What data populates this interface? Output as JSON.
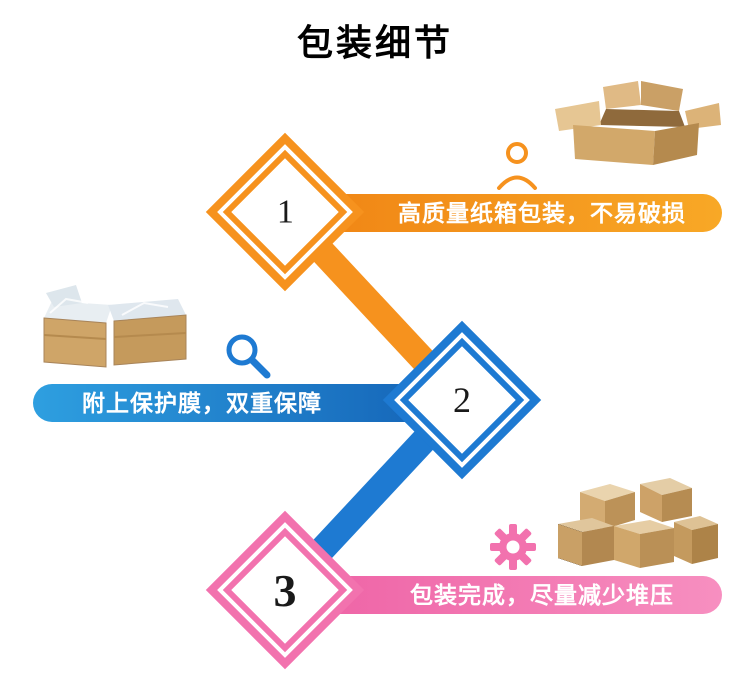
{
  "title": "包装细节",
  "steps": [
    {
      "number": "1",
      "label": "高质量纸箱包装，不易破损",
      "color": "#f6921e",
      "icon": "person-icon"
    },
    {
      "number": "2",
      "label": "附上保护膜，双重保障",
      "color": "#1e7ad2",
      "icon": "magnifier-icon"
    },
    {
      "number": "3",
      "label": "包装完成，尽量减少堆压",
      "color": "#f272ae",
      "icon": "gear-icon"
    }
  ]
}
